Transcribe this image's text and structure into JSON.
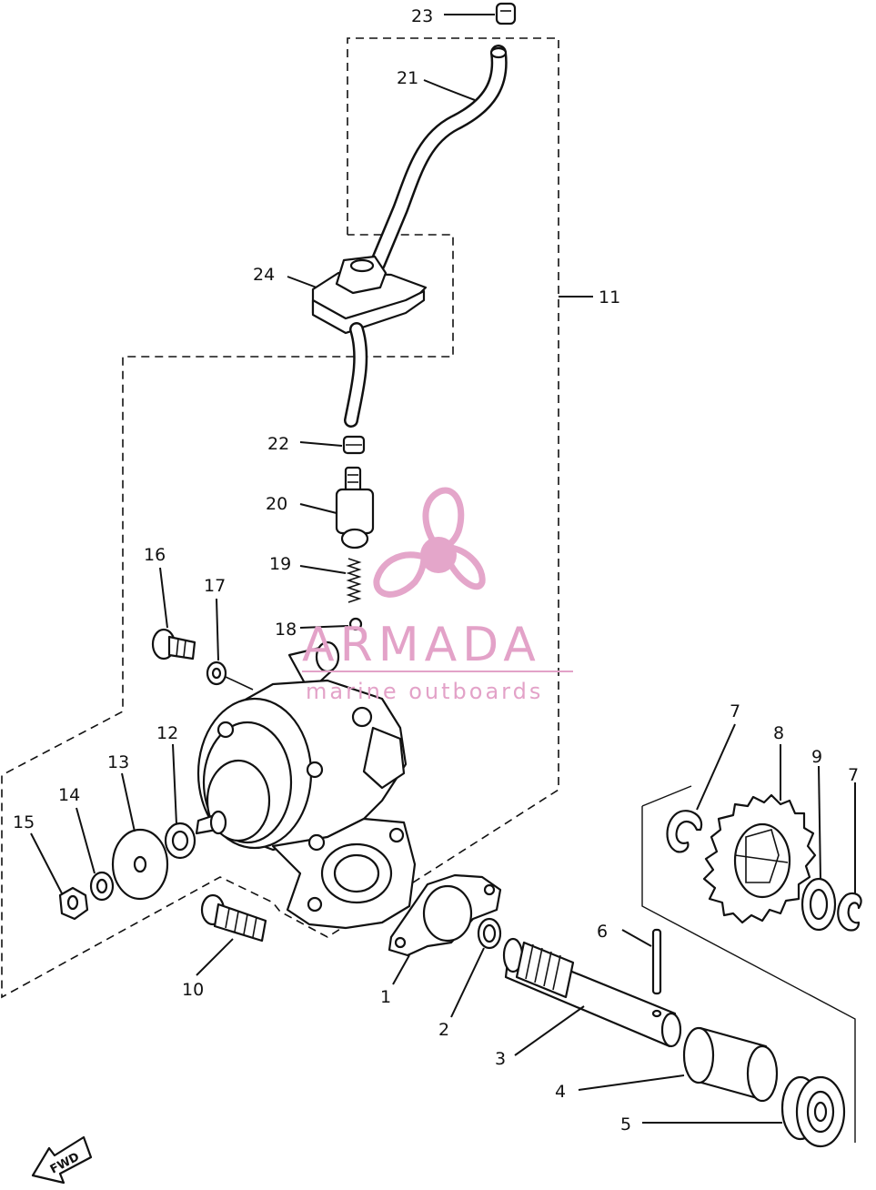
{
  "callouts": [
    "1",
    "2",
    "3",
    "4",
    "5",
    "6",
    "7",
    "7",
    "8",
    "9",
    "10",
    "11",
    "12",
    "13",
    "14",
    "15",
    "16",
    "17",
    "18",
    "19",
    "20",
    "21",
    "22",
    "23",
    "24"
  ],
  "watermark": {
    "brand": "ARMADA",
    "tagline": "marine outboards",
    "color": "#e3a2c8"
  },
  "direction_badge": "FWD",
  "icons": [
    "propeller-logo-icon",
    "fwd-arrow-icon"
  ]
}
